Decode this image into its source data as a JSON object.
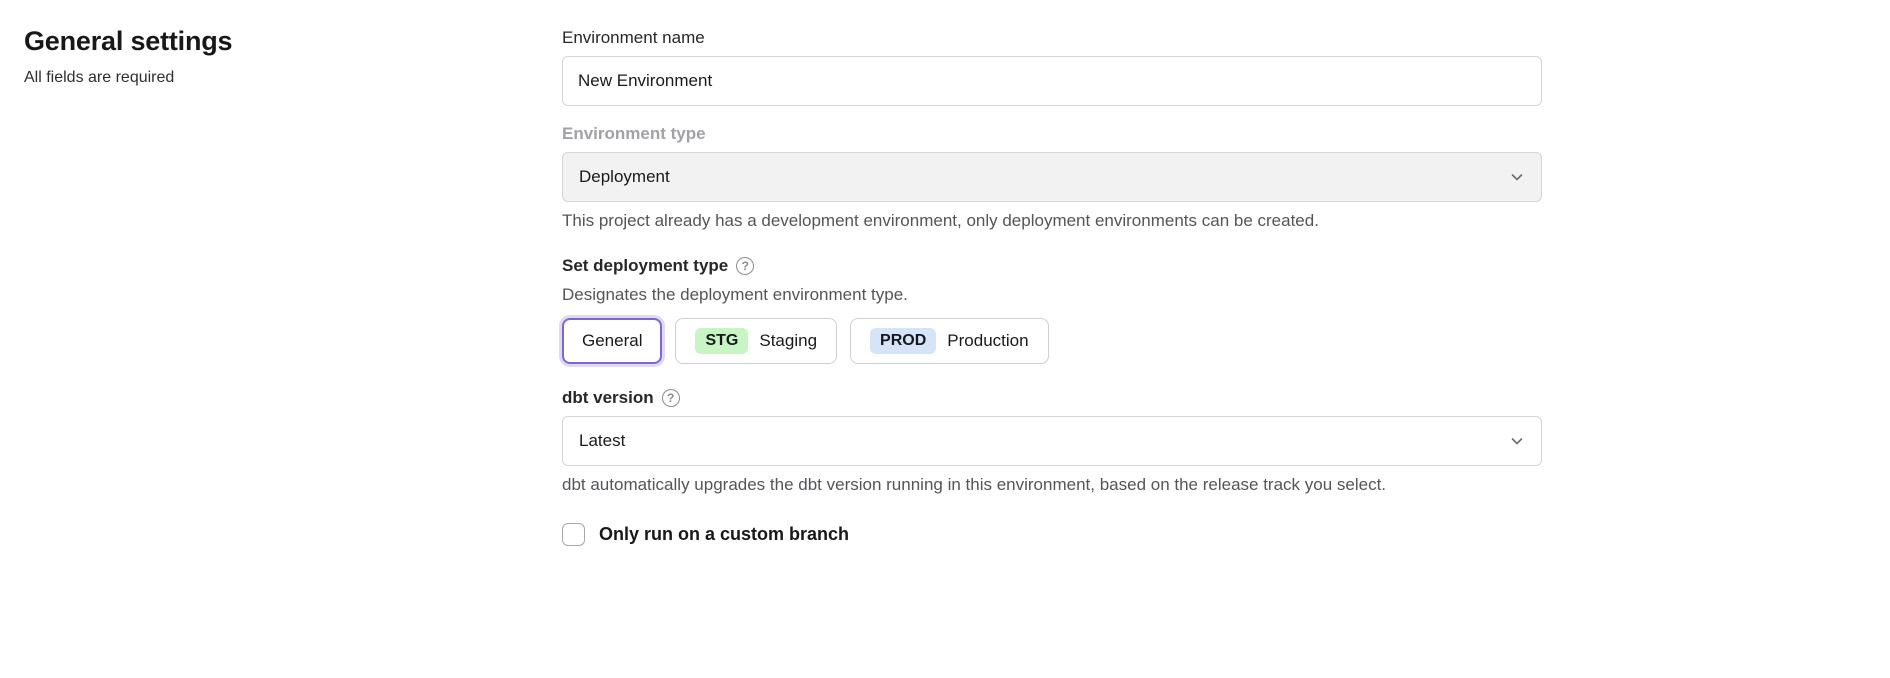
{
  "page": {
    "title": "General settings",
    "subtitle": "All fields are required"
  },
  "form": {
    "environment_name": {
      "label": "Environment name",
      "value": "New Environment"
    },
    "environment_type": {
      "label": "Environment type",
      "value": "Deployment",
      "help_text": "This project already has a development environment, only deployment environments can be created."
    },
    "deployment_type": {
      "label": "Set deployment type",
      "description": "Designates the deployment environment type.",
      "options": [
        {
          "label": "General",
          "badge": "",
          "selected": true
        },
        {
          "label": "Staging",
          "badge": "STG",
          "selected": false
        },
        {
          "label": "Production",
          "badge": "PROD",
          "selected": false
        }
      ]
    },
    "dbt_version": {
      "label": "dbt version",
      "value": "Latest",
      "help_text": "dbt automatically upgrades the dbt version running in this environment, based on the release track you select."
    },
    "custom_branch": {
      "label": "Only run on a custom branch",
      "checked": false
    }
  },
  "icons": {
    "help": "?"
  },
  "colors": {
    "accent": "#7e68cf",
    "stg_badge_bg": "#c7f5c4",
    "prod_badge_bg": "#d6e4f8",
    "disabled_field_bg": "#f2f2f3"
  }
}
